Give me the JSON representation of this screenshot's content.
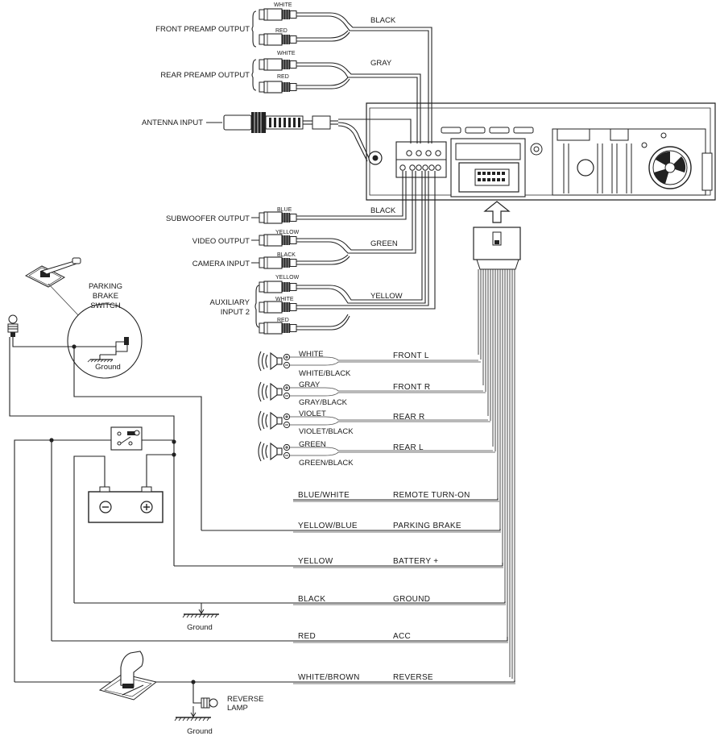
{
  "rca_outputs": {
    "front_preamp": {
      "label": "FRONT PREAMP OUTPUT",
      "plug1": "WHITE",
      "plug2": "RED",
      "wire": "BLACK"
    },
    "rear_preamp": {
      "label": "REAR PREAMP OUTPUT",
      "plug1": "WHITE",
      "plug2": "RED",
      "wire": "GRAY"
    },
    "antenna": {
      "label": "ANTENNA INPUT"
    },
    "subwoofer": {
      "label": "SUBWOOFER OUTPUT",
      "plug": "BLUE",
      "wire": "BLACK"
    },
    "video": {
      "label": "VIDEO OUTPUT",
      "plug": "YELLOW",
      "wire": "GREEN"
    },
    "camera": {
      "label": "CAMERA INPUT",
      "plug": "BLACK"
    },
    "aux2": {
      "label_line1": "AUXILIARY",
      "label_line2": "INPUT 2",
      "plug1": "YELLOW",
      "plug2": "WHITE",
      "plug3": "RED",
      "wire": "YELLOW"
    }
  },
  "parking_brake_switch": {
    "line1": "PARKING",
    "line2": "BRAKE",
    "line3": "SWITCH",
    "ground": "Ground"
  },
  "speakers": [
    {
      "plus": "WHITE",
      "minus": "WHITE/BLACK",
      "name": "FRONT L"
    },
    {
      "plus": "GRAY",
      "minus": "GRAY/BLACK",
      "name": "FRONT R"
    },
    {
      "plus": "VIOLET",
      "minus": "VIOLET/BLACK",
      "name": "REAR R"
    },
    {
      "plus": "GREEN",
      "minus": "GREEN/BLACK",
      "name": "REAR L"
    }
  ],
  "harness": [
    {
      "color": "BLUE/WHITE",
      "function": "REMOTE TURN-ON"
    },
    {
      "color": "YELLOW/BLUE",
      "function": "PARKING BRAKE"
    },
    {
      "color": "YELLOW",
      "function": "BATTERY +"
    },
    {
      "color": "BLACK",
      "function": "GROUND"
    },
    {
      "color": "RED",
      "function": "ACC"
    },
    {
      "color": "WHITE/BROWN",
      "function": "REVERSE"
    }
  ],
  "ground_label": "Ground",
  "reverse_lamp": {
    "line1": "REVERSE",
    "line2": "LAMP",
    "ground": "Ground"
  },
  "icons": [
    "rca-plug-icon",
    "speaker-icon",
    "battery-icon",
    "key-switch-icon",
    "reverse-lamp-icon",
    "gear-shifter-icon",
    "handbrake-icon",
    "ground-symbol-icon",
    "up-arrow-icon"
  ]
}
